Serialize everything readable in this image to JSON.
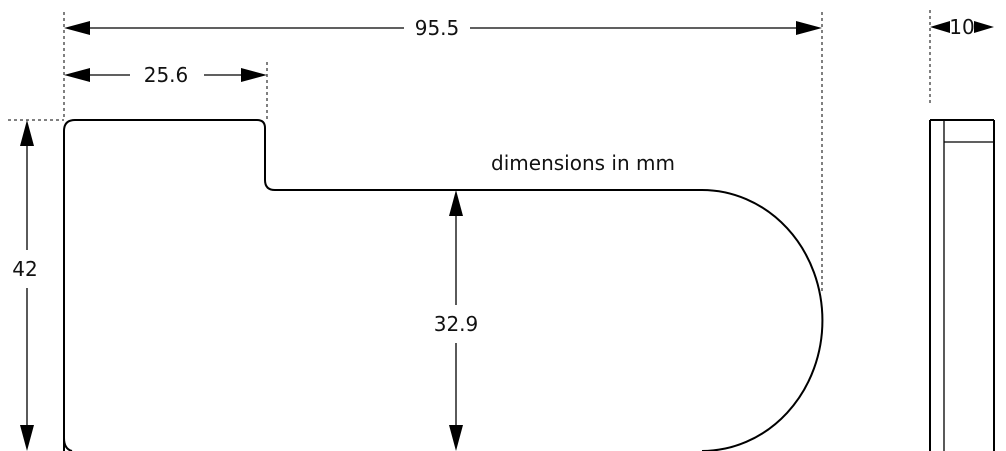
{
  "note": "dimensions in mm",
  "dimensions": {
    "overall_length": "95.5",
    "tab_width": "25.6",
    "overall_height": "42",
    "body_height": "32.9",
    "thickness": "10"
  },
  "colors": {
    "line": "#000000",
    "text": "#111111",
    "background": "#ffffff"
  }
}
